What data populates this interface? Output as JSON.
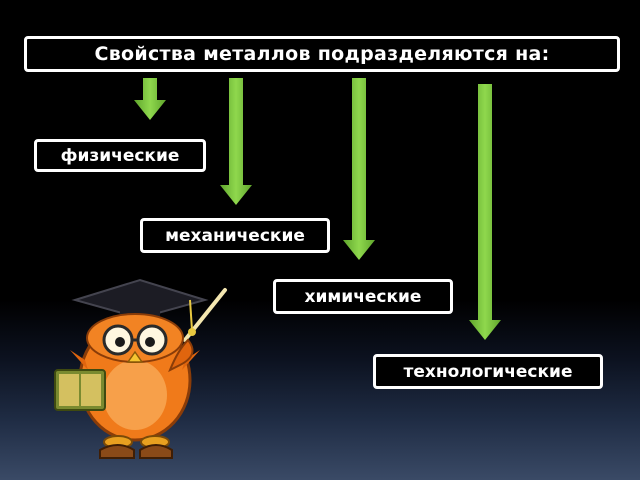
{
  "slide": {
    "title": "Свойства металлов подразделяются на:",
    "categories": [
      {
        "label": "физические"
      },
      {
        "label": "механические"
      },
      {
        "label": "химические"
      },
      {
        "label": "технологические"
      }
    ]
  },
  "colors": {
    "background": "#000000",
    "arrow": "#7ec840",
    "box_border": "#ffffff",
    "text": "#ffffff"
  },
  "icons": {
    "mascot": "owl-professor-icon",
    "arrow": "arrow-down-icon"
  }
}
